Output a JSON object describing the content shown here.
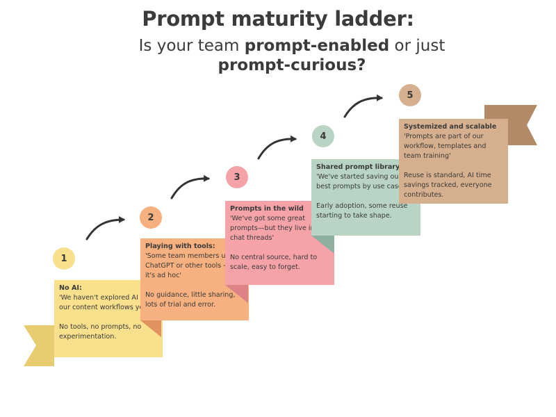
{
  "title": "Prompt maturity ladder:",
  "subtitle": {
    "pre": "Is your team ",
    "bold1": "prompt-enabled",
    "mid": " or just",
    "bold2": "prompt-curious?"
  },
  "colors": {
    "yellow": "#f9e08c",
    "yellow_dark": "#e8cc72",
    "orange": "#f7b07f",
    "orange_dark": "#e0935f",
    "pink": "#f5a3a8",
    "pink_dark": "#dd8388",
    "green": "#b9d4c4",
    "green_dark": "#8fb09e",
    "tan": "#d6b08e",
    "tan_dark": "#b48a66",
    "arrow": "#333333"
  },
  "steps": [
    {
      "number": "1",
      "title": "No AI:",
      "quote": "'We haven't explored AI in our content workflows yet'",
      "description": "No tools, no prompts, no experimentation."
    },
    {
      "number": "2",
      "title": "Playing with tools:",
      "quote": "'Some team members use ChatGPT or other tools - but it's ad hoc'",
      "description": "No guidance, little sharing, lots of trial and error."
    },
    {
      "number": "3",
      "title": "Prompts in the wild",
      "quote": "'We've got some great prompts—but they live in chat threads'",
      "description": "No central source, hard to scale, easy to forget."
    },
    {
      "number": "4",
      "title": "Shared prompt library",
      "quote": "'We've started saving our best prompts by use case'",
      "description": "Early adoption, some reuse starting to take shape."
    },
    {
      "number": "5",
      "title": "Systemized and scalable",
      "quote": "'Prompts are part of our workflow, templates and team training'",
      "description": "Reuse is standard, AI time savings tracked, everyone contributes."
    }
  ]
}
